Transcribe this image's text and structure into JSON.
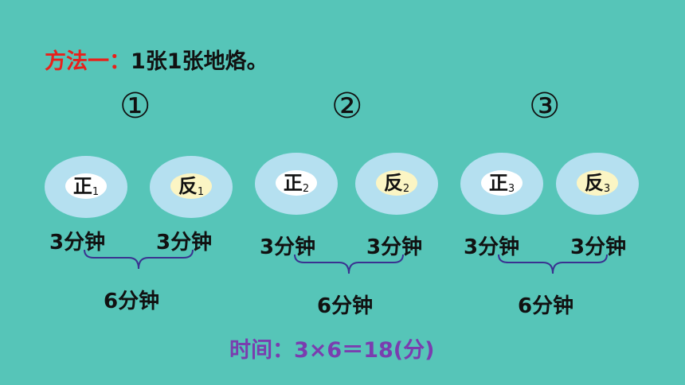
{
  "title": {
    "lead": "方法一：",
    "rest": "1张1张地烙。"
  },
  "steps": [
    {
      "number": "①",
      "front": {
        "label": "正",
        "sub": "1"
      },
      "back": {
        "label": "反",
        "sub": "1"
      },
      "front_time": "3分钟",
      "back_time": "3分钟",
      "total": "6分钟"
    },
    {
      "number": "②",
      "front": {
        "label": "正",
        "sub": "2"
      },
      "back": {
        "label": "反",
        "sub": "2"
      },
      "front_time": "3分钟",
      "back_time": "3分钟",
      "total": "6分钟"
    },
    {
      "number": "③",
      "front": {
        "label": "正",
        "sub": "3"
      },
      "back": {
        "label": "反",
        "sub": "3"
      },
      "front_time": "3分钟",
      "back_time": "3分钟",
      "total": "6分钟"
    }
  ],
  "formula": "时间：3×6＝18(分)",
  "colors": {
    "background": "#56C5B8",
    "lead": "#E8211B",
    "formula": "#7A3DAF",
    "pan": "#B5E0F0",
    "front": "#FFFFFF",
    "back": "#FBF5C4"
  }
}
